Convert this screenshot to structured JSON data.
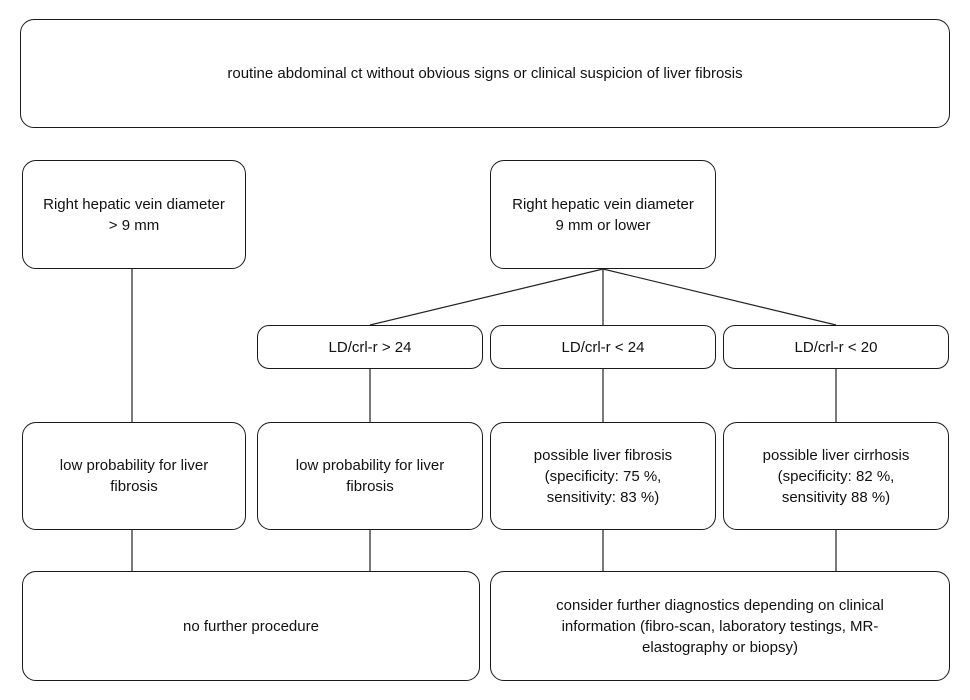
{
  "nodes": {
    "root": "routine abdominal ct without obvious signs or clinical suspicion of liver fibrosis",
    "rhv_high": "Right hepatic vein diameter\n> 9 mm",
    "rhv_low": "Right hepatic vein diameter\n9 mm or lower",
    "ld_gt24": "LD/crl-r > 24",
    "ld_lt24": "LD/crl-r < 24",
    "ld_lt20": "LD/crl-r < 20",
    "low_prob_1": "low probability for liver\nfibrosis",
    "low_prob_2": "low probability for liver\nfibrosis",
    "possible_fibrosis": "possible liver fibrosis\n(specificity: 75 %,\nsensitivity: 83 %)",
    "possible_cirrhosis": "possible liver cirrhosis\n(specificity: 82 %,\nsensitivity 88 %)",
    "no_further": "no further procedure",
    "consider_further": "consider further diagnostics depending on clinical\ninformation (fibro-scan, laboratory testings, MR-\nelastography or biopsy)"
  }
}
